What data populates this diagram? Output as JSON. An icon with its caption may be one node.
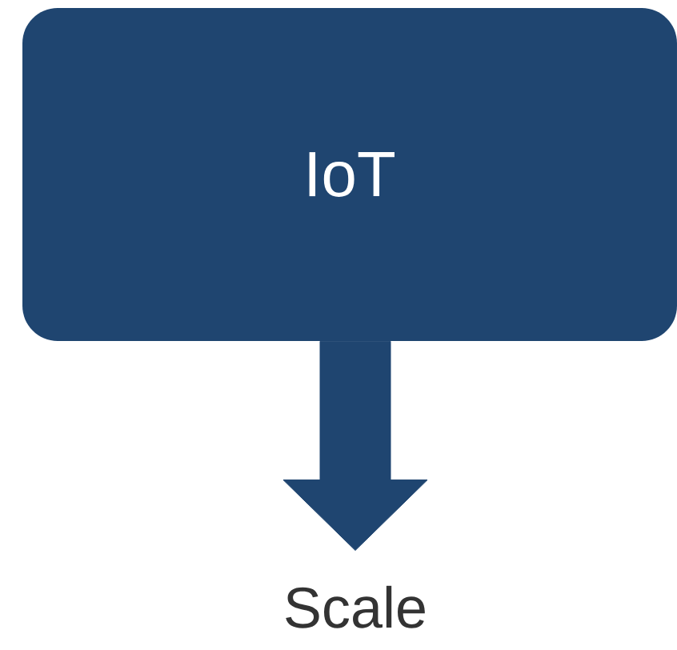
{
  "diagram": {
    "nodes": [
      {
        "text": [
          "IoT"
        ]
      },
      {
        "text": [
          "Scale"
        ]
      }
    ],
    "edges": [
      {
        "from": 0,
        "to": 1,
        "arrow": "to",
        "style": "thick",
        "color": "#1f4570"
      }
    ]
  }
}
